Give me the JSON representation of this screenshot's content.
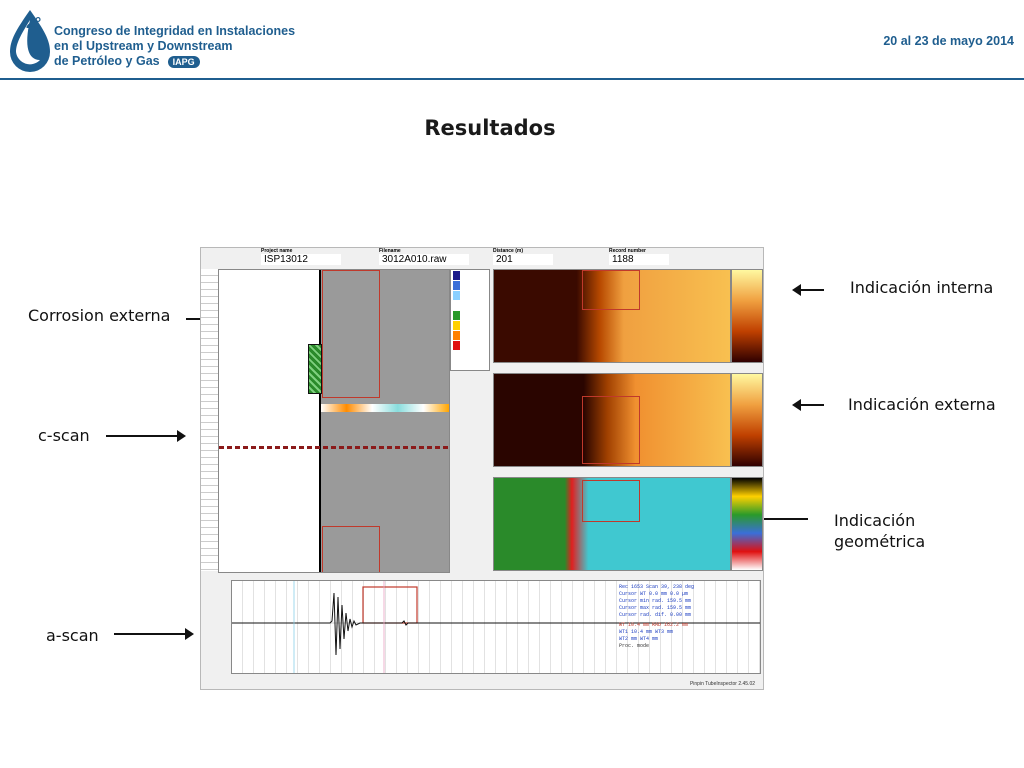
{
  "header": {
    "logo_number": "2°",
    "congress_lines": [
      "Congreso de Integridad en Instalaciones",
      "en el Upstream y Downstream",
      "de Petróleo y Gas"
    ],
    "org_badge": "IAPG",
    "date": "20 al 23 de mayo 2014"
  },
  "title": "Resultados",
  "annotations": {
    "corrosion_externa": "Corrosion externa",
    "c_scan": "c-scan",
    "a_scan": "a-scan",
    "indicacion_interna": "Indicación interna",
    "indicacion_externa": "Indicación externa",
    "indicacion_geometrica_1": "Indicación",
    "indicacion_geometrica_2": "geométrica"
  },
  "screenshot": {
    "project_name_label": "Project name",
    "project_name": "ISP13012",
    "filename_label": "Filename",
    "filename": "3012A010.raw",
    "distance_label": "Distance (m)",
    "distance": "201",
    "record_label": "Record number",
    "record": "1188",
    "readout_lines": [
      "Rec 1653 Scan 39, 238 deg",
      "Cursor WT 0.0 mm 0.0 µm",
      "Cursor min rad. 159.5 mm",
      "Cursor max rad. 159.5 mm",
      "Cursor rad. dif. 0.00 mm",
      "WT 10.4 mm RAD 162.2 mm",
      "WT1 10.4 mm WT3 mm",
      "WT2 mm WT4 mm",
      "Proc. mode"
    ],
    "footer": "Pinpin TubeInspector 2.45.02"
  },
  "colors": {
    "brand_blue": "#1f5e8f"
  }
}
